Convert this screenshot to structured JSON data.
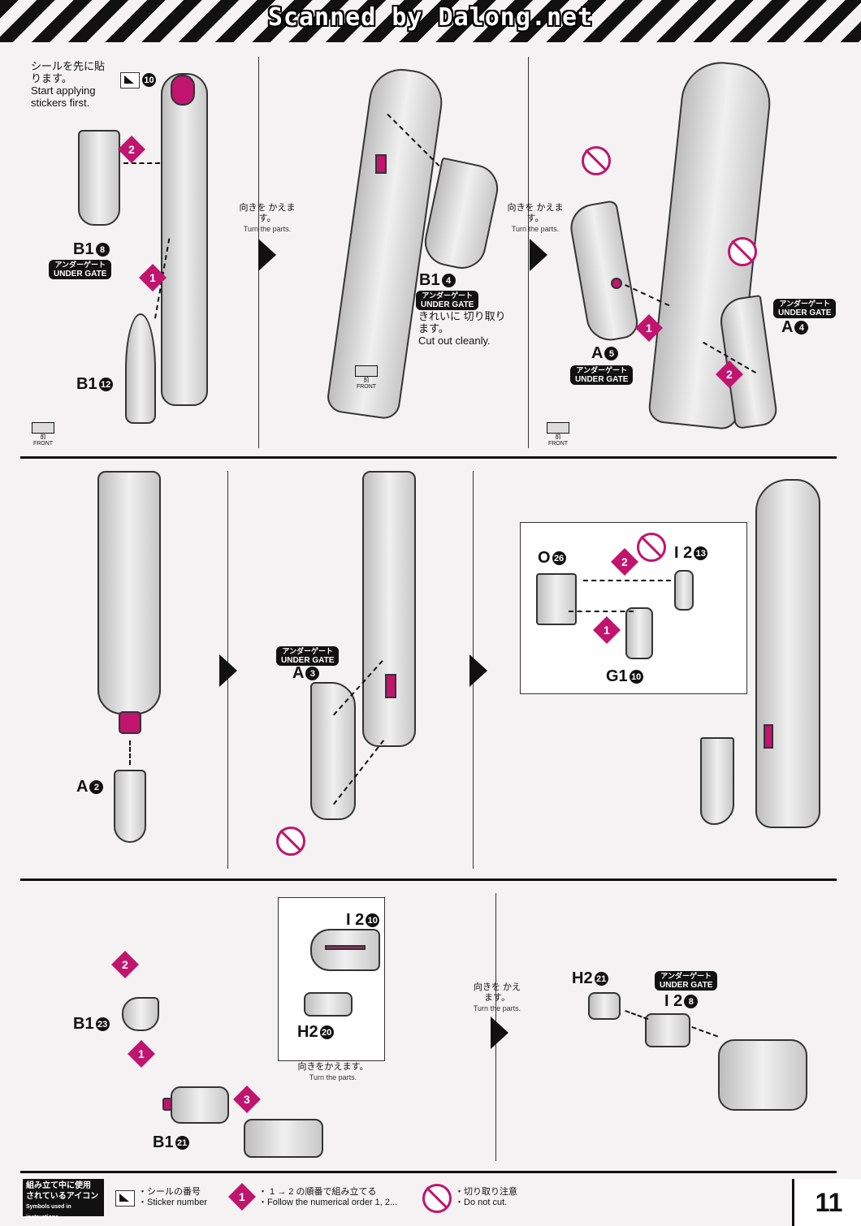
{
  "header": {
    "scan_credit": "Scanned by Dalong.net"
  },
  "panel1": {
    "sticker_note_jp": "シールを先に貼ります。",
    "sticker_note_en": "Start applying stickers first.",
    "sticker_no": "10",
    "part_a": {
      "runner": "B1",
      "num": "8"
    },
    "part_b": {
      "runner": "B1",
      "num": "12"
    },
    "under_gate_jp": "アンダーゲート",
    "under_gate_en": "UNDER GATE",
    "step1": "1",
    "step2": "2",
    "front_jp": "前",
    "front_en": "FRONT"
  },
  "turn1": {
    "jp": "向きを かえます。",
    "en": "Turn the parts."
  },
  "panel2": {
    "part": {
      "runner": "B1",
      "num": "4"
    },
    "under_gate_jp": "アンダーゲート",
    "under_gate_en": "UNDER GATE",
    "cut_jp": "きれいに 切り取ります。",
    "cut_en": "Cut out cleanly.",
    "front_jp": "前",
    "front_en": "FRONT"
  },
  "turn2": {
    "jp": "向きを かえます。",
    "en": "Turn the parts."
  },
  "panel3": {
    "part_a": {
      "runner": "A",
      "num": "5"
    },
    "part_b": {
      "runner": "A",
      "num": "4"
    },
    "under_gate_jp": "アンダーゲート",
    "under_gate_en": "UNDER GATE",
    "step1": "1",
    "step2": "2",
    "front_jp": "前",
    "front_en": "FRONT"
  },
  "panel4": {
    "part": {
      "runner": "A",
      "num": "2"
    }
  },
  "panel5": {
    "part": {
      "runner": "A",
      "num": "3"
    },
    "under_gate_jp": "アンダーゲート",
    "under_gate_en": "UNDER GATE"
  },
  "panel6": {
    "part_o": {
      "runner": "O",
      "num": "26"
    },
    "part_i2": {
      "runner": "I 2",
      "num": "13"
    },
    "part_g1": {
      "runner": "G1",
      "num": "10"
    },
    "step1": "1",
    "step2": "2"
  },
  "panel7": {
    "part_b1a": {
      "runner": "B1",
      "num": "23"
    },
    "part_b1b": {
      "runner": "B1",
      "num": "21"
    },
    "part_i2": {
      "runner": "I 2",
      "num": "10"
    },
    "part_h2": {
      "runner": "H2",
      "num": "20"
    },
    "turn_jp": "向きをかえます。",
    "turn_en": "Turn the parts.",
    "step1": "1",
    "step2": "2",
    "step3": "3"
  },
  "turn3": {
    "jp": "向きを かえます。",
    "en": "Turn the parts."
  },
  "panel8": {
    "part_h2": {
      "runner": "H2",
      "num": "21"
    },
    "part_i2": {
      "runner": "I 2",
      "num": "8"
    },
    "under_gate_jp": "アンダーゲート",
    "under_gate_en": "UNDER GATE"
  },
  "footer": {
    "title_jp1": "組み立て中に使用",
    "title_jp2": "されているアイコン",
    "title_en": "Symbols used in instructions",
    "sticker_jp": "・シールの番号",
    "sticker_en": "・Sticker number",
    "order_jp": "・ 1 → 2 の順番で組み立てる",
    "order_en": "・Follow the numerical order 1, 2...",
    "nocut_jp": "・切り取り注意",
    "nocut_en": "・Do not cut.",
    "step_sample": "1"
  },
  "page_number": "11",
  "colors": {
    "accent": "#c0146e",
    "ink": "#111111",
    "paper": "#f4f2f2"
  }
}
